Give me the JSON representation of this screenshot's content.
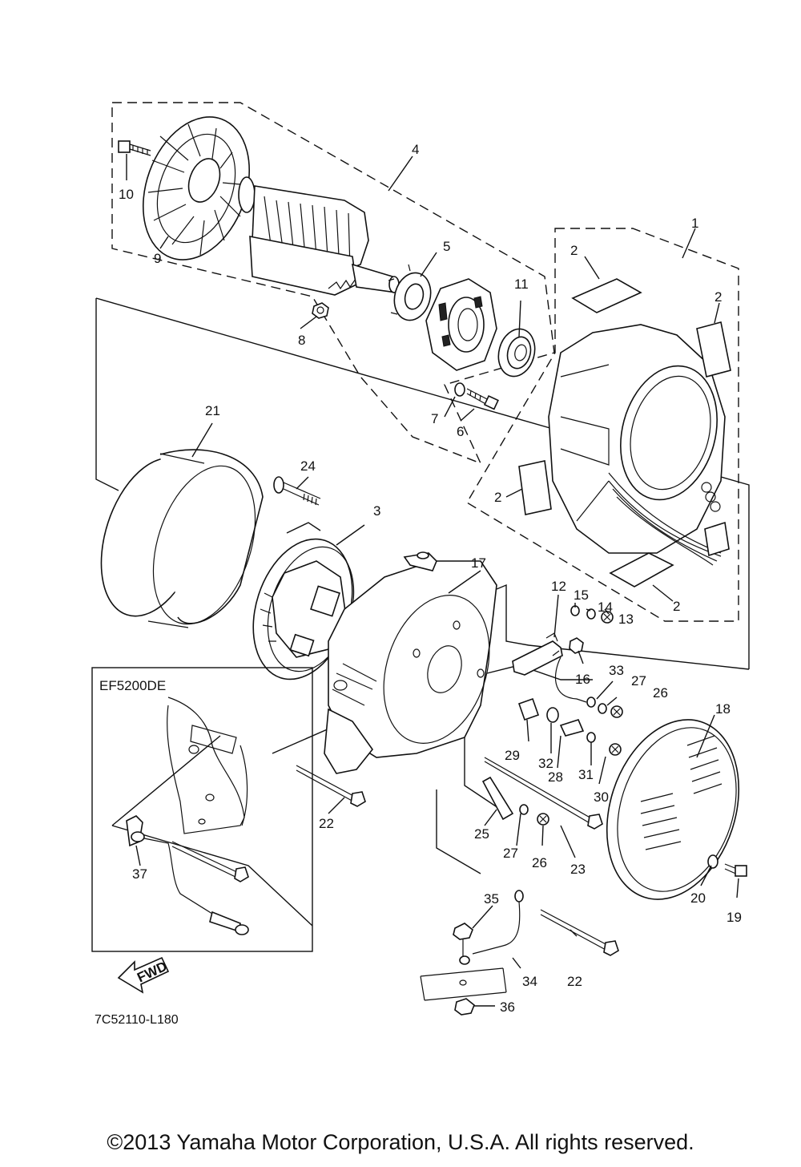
{
  "inset_title": "EF5200DE",
  "reference_code": "7C52110-L180",
  "copyright": "©2013 Yamaha Motor Corporation, U.S.A. All rights reserved.",
  "fwd_label": "FWD",
  "callouts": {
    "c1": "1",
    "c2a": "2",
    "c2b": "2",
    "c2c": "2",
    "c2d": "2",
    "c3": "3",
    "c4": "4",
    "c5": "5",
    "c6": "6",
    "c7": "7",
    "c8": "8",
    "c9": "9",
    "c10": "10",
    "c11": "11",
    "c12": "12",
    "c13": "13",
    "c14": "14",
    "c15": "15",
    "c16": "16",
    "c17": "17",
    "c18": "18",
    "c19": "19",
    "c20": "20",
    "c21": "21",
    "c22a": "22",
    "c22b": "22",
    "c23": "23",
    "c24": "24",
    "c25": "25",
    "c26a": "26",
    "c26b": "26",
    "c27a": "27",
    "c27b": "27",
    "c28": "28",
    "c29": "29",
    "c30": "30",
    "c31": "31",
    "c32": "32",
    "c33": "33",
    "c34": "34",
    "c35": "35",
    "c36": "36",
    "c37": "37"
  }
}
